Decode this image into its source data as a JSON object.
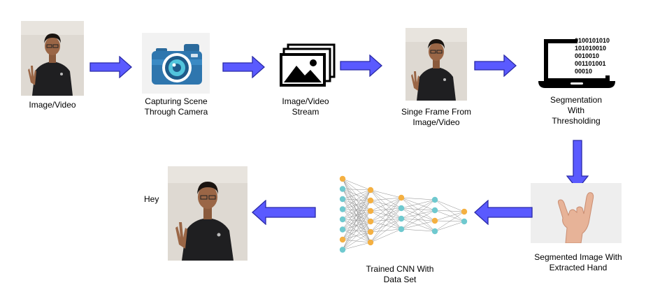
{
  "diagram": {
    "colors": {
      "arrow_fill": "#5a5aff",
      "arrow_stroke": "#2a2aa8",
      "nn_orange": "#f4b042",
      "nn_teal": "#6fc9cf"
    },
    "steps": [
      {
        "id": "input",
        "icon": "person-photo",
        "label_line1": "Image/Video",
        "label_line2": ""
      },
      {
        "id": "capture",
        "icon": "camera-icon",
        "label_line1": "Capturing Scene",
        "label_line2": "Through Camera"
      },
      {
        "id": "stream",
        "icon": "image-stack-icon",
        "label_line1": "Image/Video",
        "label_line2": "Stream"
      },
      {
        "id": "frame",
        "icon": "person-photo",
        "label_line1": "Singe Frame From",
        "label_line2": "Image/Video"
      },
      {
        "id": "segmentation",
        "icon": "laptop-binary-icon",
        "label_line1": "Segmentation",
        "label_line2": "With",
        "label_line3": "Thresholding",
        "binary": [
          "0100101010",
          "101010010",
          "0010010",
          "001101001",
          "00010"
        ]
      },
      {
        "id": "hand",
        "icon": "hand-photo",
        "label_line1": "Segmented Image With",
        "label_line2": "Extracted Hand"
      },
      {
        "id": "cnn",
        "icon": "neural-network-icon",
        "label_line1": "Trained CNN With",
        "label_line2": "Data Set"
      },
      {
        "id": "output",
        "icon": "person-photo",
        "label_line1": "Hey",
        "label_line2": ""
      }
    ]
  }
}
